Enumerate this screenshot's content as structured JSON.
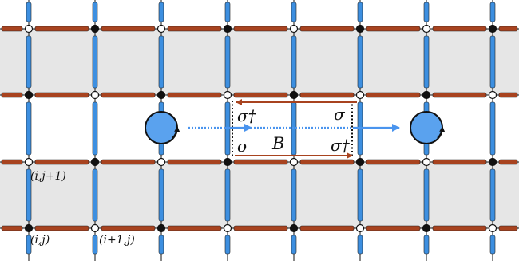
{
  "labels": {
    "site_ij1": "(i,j+1)",
    "site_ij": "(i,j)",
    "site_i1j": "(i+1,j)",
    "sigma_dag_topleft": "σ†",
    "sigma_topright": "σ",
    "sigma_bottomleft": "σ",
    "B": "B",
    "sigma_dag_bottomright": "σ†"
  },
  "colors": {
    "band": "#e6e6e6",
    "grid": "#111111",
    "horizontal_bond": "#a8431f",
    "vertical_bond": "#3d8fe0",
    "vortex": "#5aa2ee",
    "arrow_red": "#a8431f",
    "arrow_blue": "#4a94ee"
  },
  "icons": {
    "left_vortex": "circular-arrow-icon",
    "right_vortex": "circular-arrow-icon"
  }
}
